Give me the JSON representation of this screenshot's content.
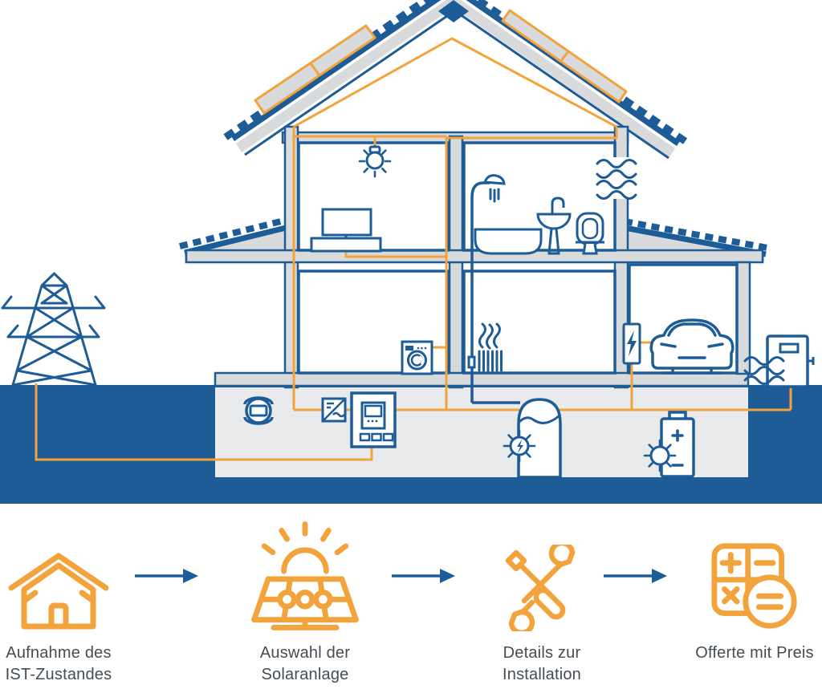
{
  "colors": {
    "blue": "#1D5C96",
    "orange": "#F2A33C",
    "wall_gray": "#D8DADB",
    "ground_gray": "#E9EAEB",
    "label_text": "#454D54"
  },
  "diagram": {
    "description": "Cross-section of a two-storey house with rooftop solar panels showing electrical wiring, appliances and energy equipment",
    "components": [
      {
        "name": "power-pylon"
      },
      {
        "name": "grid-connection-wire"
      },
      {
        "name": "solar-panel-left-roof"
      },
      {
        "name": "solar-panel-right-roof"
      },
      {
        "name": "ceiling-lamp"
      },
      {
        "name": "tv-with-sideboard"
      },
      {
        "name": "shower"
      },
      {
        "name": "bathtub"
      },
      {
        "name": "washbasin"
      },
      {
        "name": "toilet"
      },
      {
        "name": "bathroom-ventilation"
      },
      {
        "name": "washing-machine"
      },
      {
        "name": "radiator"
      },
      {
        "name": "ev-charger"
      },
      {
        "name": "electric-car"
      },
      {
        "name": "heat-pump-outdoor-unit"
      },
      {
        "name": "smart-meter"
      },
      {
        "name": "inverter"
      },
      {
        "name": "control-cabinet"
      },
      {
        "name": "hot-water-boiler"
      },
      {
        "name": "battery-storage"
      },
      {
        "name": "solar-power-sun-icon"
      },
      {
        "name": "solar-battery-sun-icon"
      }
    ]
  },
  "steps": [
    {
      "icon": "house-icon",
      "label": [
        "Aufnahme des",
        "IST-Zustandes"
      ]
    },
    {
      "icon": "solar-panel-icon",
      "label": [
        "Auswahl der",
        "Solaranlage"
      ]
    },
    {
      "icon": "tools-icon",
      "label": [
        "Details zur",
        "Installation"
      ]
    },
    {
      "icon": "calculator-icon",
      "label": [
        "Offerte mit Preis"
      ]
    }
  ]
}
